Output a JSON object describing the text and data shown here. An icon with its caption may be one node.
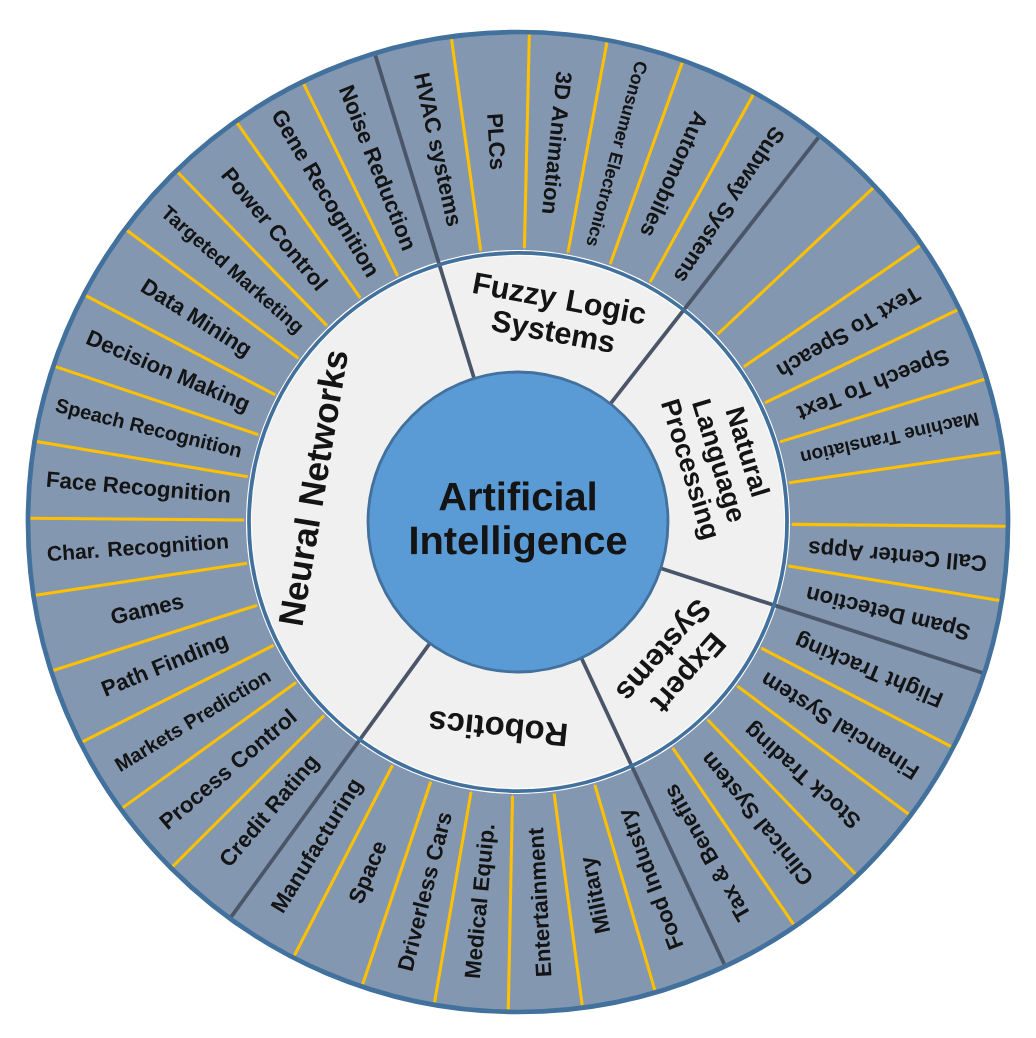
{
  "diagram": {
    "nodes": [
      {
        "text": [
          "Artificial Intelligence"
        ]
      },
      {
        "text": [
          "Fuzzy Logic Systems"
        ]
      },
      {
        "text": [
          "Natural Language Processing"
        ]
      },
      {
        "text": [
          "Expert Systems"
        ]
      },
      {
        "text": [
          "Robotics"
        ]
      },
      {
        "text": [
          "Neural Networks"
        ]
      },
      {
        "text": [
          "HVAC systems"
        ]
      },
      {
        "text": [
          "PLCs"
        ]
      },
      {
        "text": [
          "3D Animation"
        ]
      },
      {
        "text": [
          "Consumer Electronics"
        ]
      },
      {
        "text": [
          "Automobiles"
        ]
      },
      {
        "text": [
          "Subway Systems"
        ]
      },
      {
        "text": [],
        "shape": "wedge"
      },
      {
        "text": [],
        "shape": "wedge"
      },
      {
        "text": [
          "Text To Speach"
        ]
      },
      {
        "text": [
          "Speech To Text"
        ]
      },
      {
        "text": [
          "Machine Translation"
        ]
      },
      {
        "text": [],
        "shape": "wedge"
      },
      {
        "text": [
          "Call Center Apps"
        ]
      },
      {
        "text": [
          "Spam Detection"
        ]
      },
      {
        "text": [
          "Flight Tracking"
        ]
      },
      {
        "text": [
          "Financial System"
        ]
      },
      {
        "text": [
          "Stock Trading"
        ]
      },
      {
        "text": [
          "Clinical System"
        ]
      },
      {
        "text": [
          "Tax & Benefits"
        ]
      },
      {
        "text": [
          "Food Industry"
        ]
      },
      {
        "text": [
          "Military"
        ]
      },
      {
        "text": [
          "Entertainment"
        ]
      },
      {
        "text": [
          "Medical Equip."
        ]
      },
      {
        "text": [
          "Driverless Cars"
        ]
      },
      {
        "text": [
          "Space"
        ]
      },
      {
        "text": [
          "Manufacturing"
        ]
      },
      {
        "text": [
          "Credit Rating"
        ]
      },
      {
        "text": [
          "Process Control"
        ]
      },
      {
        "text": [
          "Markets Prediction"
        ]
      },
      {
        "text": [
          "Path Finding"
        ]
      },
      {
        "text": [
          "Games"
        ]
      },
      {
        "text": [
          "Char. Recognition"
        ]
      },
      {
        "text": [
          "Face Recognition"
        ]
      },
      {
        "text": [
          "Speach Recognition"
        ]
      },
      {
        "text": [
          "Decision Making"
        ]
      },
      {
        "text": [
          "Data Mining"
        ]
      },
      {
        "text": [
          "Targeted Marketing"
        ]
      },
      {
        "text": [
          "Power Control"
        ]
      },
      {
        "text": [
          "Gene Recognition"
        ]
      },
      {
        "text": [
          "Noise Reduction"
        ]
      }
    ]
  }
}
